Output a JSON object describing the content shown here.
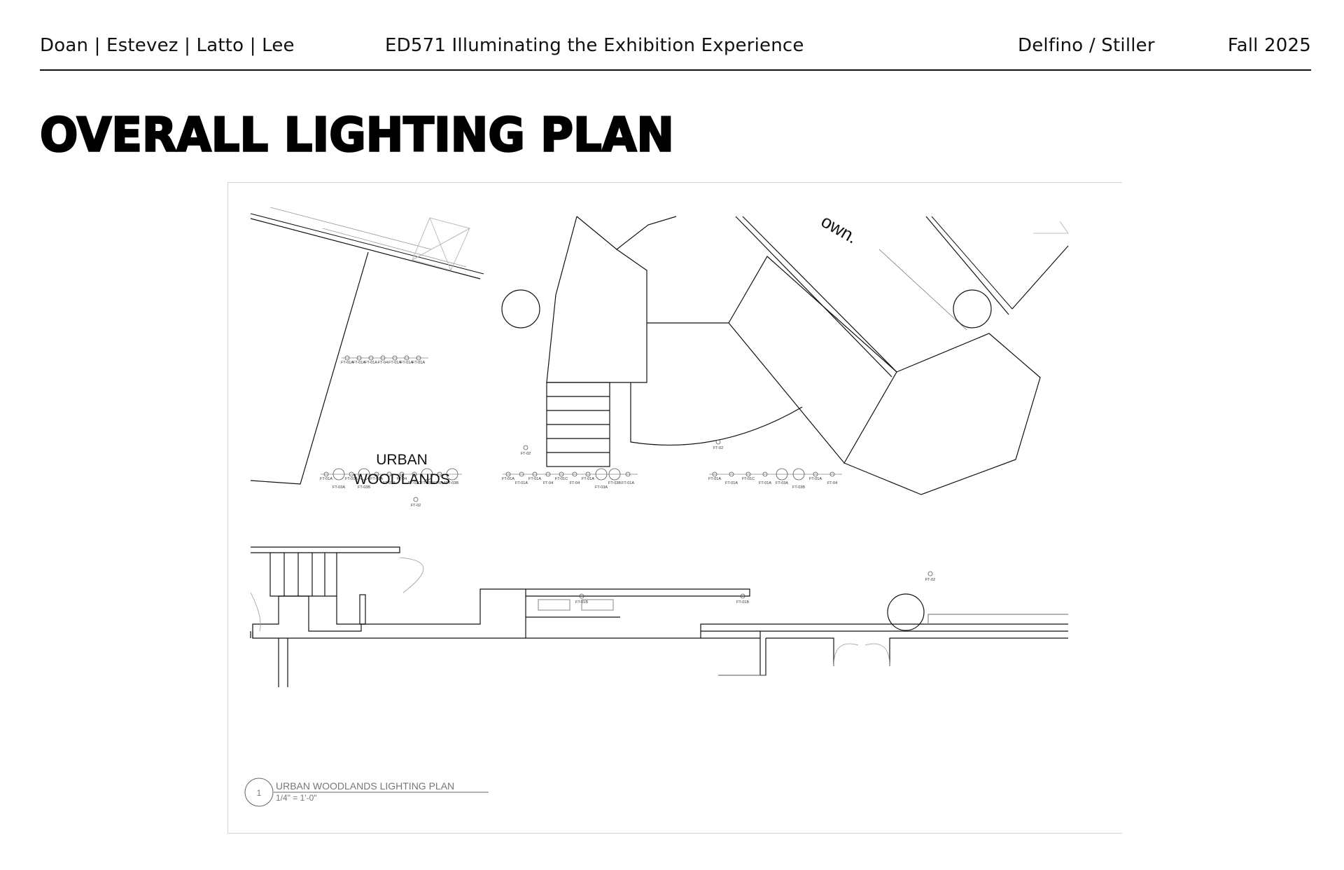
{
  "header": {
    "authors": "Doan | Estevez | Latto | Lee",
    "course": "ED571 Illuminating the Exhibition Experience",
    "instructors": "Delfino / Stiller",
    "term": "Fall 2025"
  },
  "page_title": "OVERALL LIGHTING PLAN",
  "plan": {
    "area_label_line1": "URBAN",
    "area_label_line2": "WOODLANDS",
    "fragment_text": "own.",
    "drawing_number": "1",
    "drawing_title": "URBAN WOODLANDS LIGHTING PLAN",
    "drawing_scale": "1/4\" = 1'-0\"",
    "fixture_rows": [
      {
        "labels": [
          "FT-01A",
          "FT-01A",
          "FT-01A",
          "FT-04",
          "FT-01A",
          "FT-01A",
          "FT-01A"
        ]
      },
      {
        "labels": [
          "FT-01A",
          "FT-03A",
          "FT-01A",
          "FT-03B",
          "FT-01A",
          "FT-01A",
          "FT-04",
          "FT-01C",
          "FT-03A",
          "FT-01A",
          "FT-03B"
        ]
      },
      {
        "labels": [
          "FT-01A",
          "FT-01A",
          "FT-01A",
          "FT-04",
          "FT-01C",
          "FT-04",
          "FT-01A",
          "FT-03A",
          "FT-03B",
          "FT-01A"
        ]
      },
      {
        "labels": [
          "FT-01A",
          "FT-01A",
          "FT-01C",
          "FT-01A",
          "FT-03A",
          "FT-03B",
          "FT-01A",
          "FT-04"
        ]
      }
    ],
    "single_fixtures": [
      "FT-02",
      "FT-02",
      "FT-02",
      "FT-02",
      "FT-01B",
      "FT-01B"
    ]
  }
}
